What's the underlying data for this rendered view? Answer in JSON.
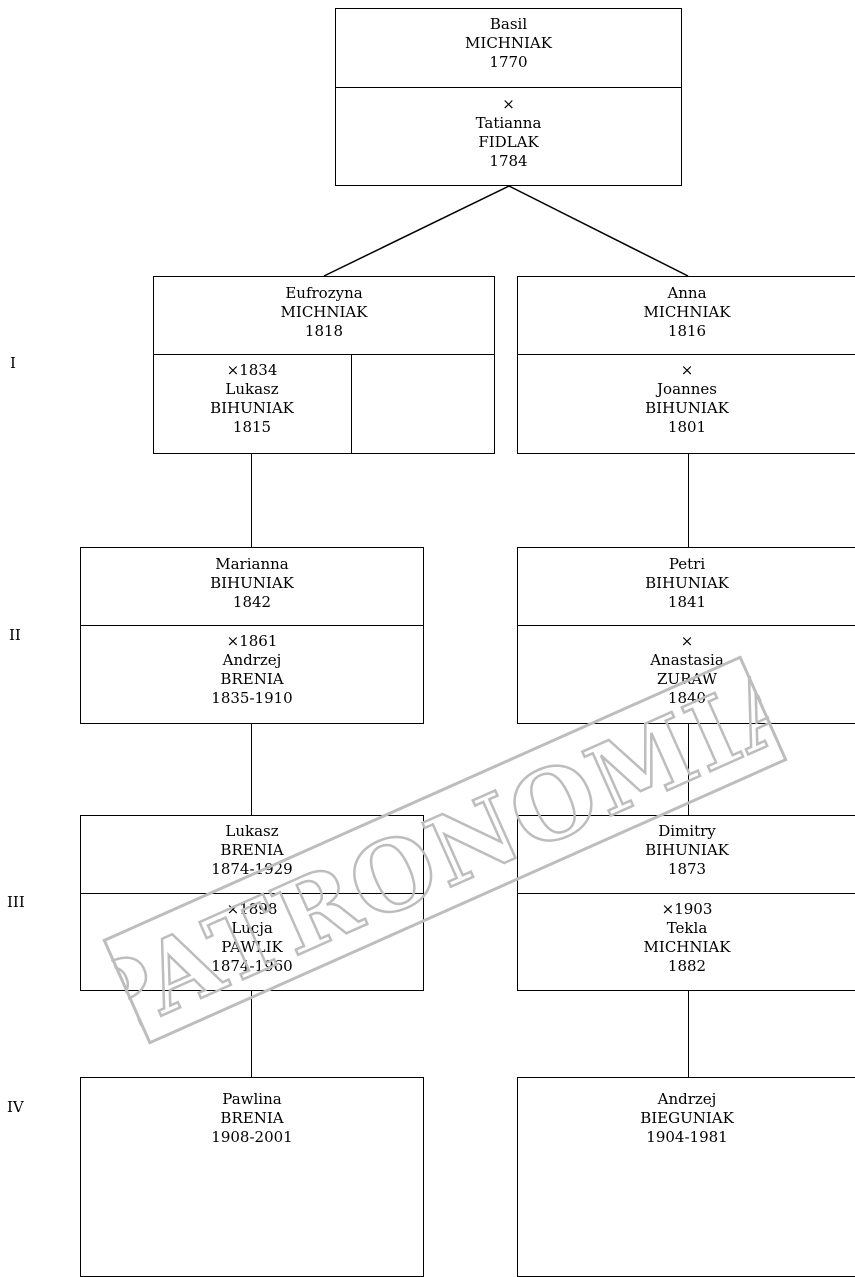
{
  "generations": [
    "I",
    "II",
    "III",
    "IV"
  ],
  "root": {
    "person": [
      "Basil",
      "MICHNIAK",
      "1770"
    ],
    "spouse": [
      "×",
      "Tatianna",
      "FIDLAK",
      "1784"
    ]
  },
  "left": [
    {
      "person": [
        "Eufrozyna",
        "MICHNIAK",
        "1818"
      ],
      "spouse": [
        "×1834",
        "Lukasz",
        "BIHUNIAK",
        "1815"
      ]
    },
    {
      "person": [
        "Marianna",
        "BIHUNIAK",
        "1842"
      ],
      "spouse": [
        "×1861",
        "Andrzej",
        "BRENIA",
        "1835-1910"
      ]
    },
    {
      "person": [
        "Lukasz",
        "BRENIA",
        "1874-1929"
      ],
      "spouse": [
        "×1898",
        "Lucja",
        "PAWLIK",
        "1874-1960"
      ]
    },
    {
      "person": [
        "Pawlina",
        "BRENIA",
        "1908-2001"
      ]
    }
  ],
  "right": [
    {
      "person": [
        "Anna",
        "MICHNIAK",
        "1816"
      ],
      "spouse": [
        "×",
        "Joannes",
        "BIHUNIAK",
        "1801"
      ]
    },
    {
      "person": [
        "Petri",
        "BIHUNIAK",
        "1841"
      ],
      "spouse": [
        "×",
        "Anastasia",
        "ZURAW",
        "1840"
      ]
    },
    {
      "person": [
        "Dimitry",
        "BIHUNIAK",
        "1873"
      ],
      "spouse": [
        "×1903",
        "Tekla",
        "MICHNIAK",
        "1882"
      ]
    },
    {
      "person": [
        "Andrzej",
        "BIEGUNIAK",
        "1904-1981"
      ]
    }
  ],
  "watermark": "PATRONOMIA"
}
